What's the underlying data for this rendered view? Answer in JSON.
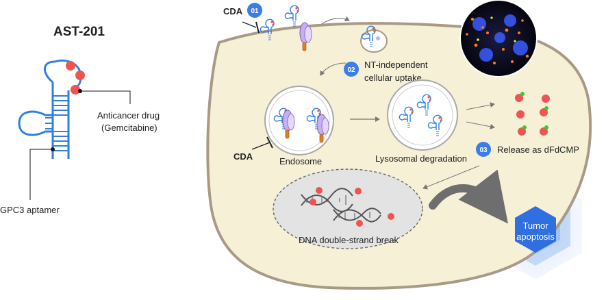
{
  "drug_name": "AST-201",
  "labels": {
    "anticancer_drug_line1": "Anticancer drug",
    "anticancer_drug_line2": "(Gemcitabine)",
    "aptamer": "GPC3 aptamer",
    "cda_top": "CDA",
    "cda_left": "CDA",
    "uptake_line1": "NT-independent",
    "uptake_line2": "cellular uptake",
    "endosome": "Endosome",
    "lysosomal": "Lysosomal degradation",
    "release": "Release as dFdCMP",
    "dna_break": "DNA double-strand break",
    "tumor_line1": "Tumor",
    "tumor_line2": "apoptosis"
  },
  "steps": [
    "01",
    "02",
    "03"
  ],
  "colors": {
    "aptamer_blue": "#2f7fe0",
    "drug_red": "#f05353",
    "step_blue": "#3d7ee6",
    "cell_fill": "#f6f0d6",
    "cell_stroke": "#a89a86",
    "nucleus_fill": "#e3e3e3",
    "tumor_hex": "#2f6fe0",
    "green_marker": "#33cc33",
    "receptor_purple": "#c7aef0",
    "receptor_orange": "#e07f1f"
  },
  "icons": [
    "inhibition-bar-icon",
    "arrow-icon",
    "dna-helix-icon",
    "curved-arrow-icon"
  ]
}
